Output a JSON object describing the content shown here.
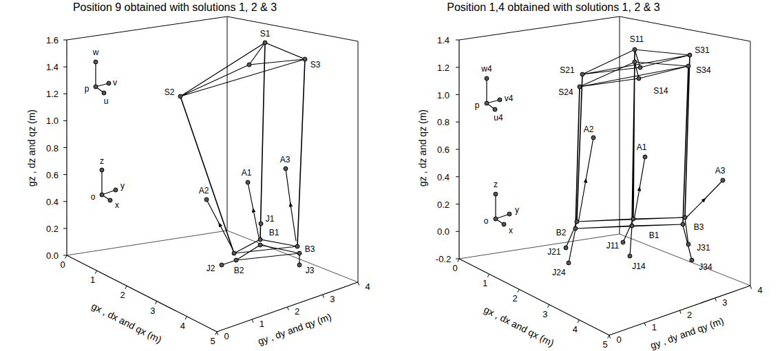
{
  "diagram": {
    "labels": [
      "Position 9 obtained with solutions 1, 2 & 3",
      "0.0",
      "0.2",
      "0.4",
      "0.6",
      "0.8",
      "1.0",
      "1.2",
      "1.4",
      "1.6",
      "gz , dz and qz (m)",
      "0",
      "1",
      "2",
      "3",
      "4",
      "5",
      "gx , dx and qx (m)",
      "0",
      "1",
      "2",
      "3",
      "4",
      "gy , dy and qy (m)",
      "w",
      "p",
      "v",
      "u",
      "z",
      "o",
      "y",
      "x",
      "S1",
      "S2",
      "S3",
      "A1",
      "A2",
      "A3",
      "J1",
      "J2",
      "J3",
      "B1",
      "B2",
      "B3",
      "Position 1,4 obtained with solutions 1, 2 & 3",
      "-0.2",
      "0.0",
      "0.2",
      "0.4",
      "0.6",
      "0.8",
      "1.0",
      "1.2",
      "1.4",
      "gz , dz and qz (m)",
      "0",
      "1",
      "2",
      "3",
      "4",
      "5",
      "gx , dx and qx (m)",
      "0",
      "1",
      "2",
      "3",
      "4",
      "gy , dy and qy (m)",
      "w4",
      "p",
      "v4",
      "u4",
      "z",
      "o",
      "y",
      "x",
      "S11",
      "S21",
      "S31",
      "S14",
      "S24",
      "S34",
      "A1",
      "A2",
      "A3",
      "B1",
      "B2",
      "B3",
      "J21",
      "J24",
      "J11",
      "J14",
      "J31",
      "J34"
    ]
  }
}
